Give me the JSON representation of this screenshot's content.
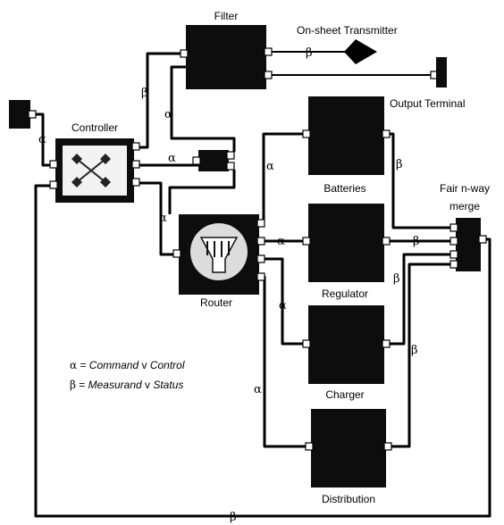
{
  "blocks": {
    "filter": "Filter",
    "controller": "Controller",
    "router": "Router",
    "batteries": "Batteries",
    "regulator": "Regulator",
    "charger": "Charger",
    "distribution": "Distribution"
  },
  "outputs": {
    "on_sheet_transmitter": "On-sheet Transmitter",
    "output_terminal": "Output Terminal",
    "merge_line1": "Fair n-way",
    "merge_line2": "merge"
  },
  "wire_labels": {
    "alpha": "α",
    "beta": "β"
  },
  "legend": {
    "alpha_symbol": "α",
    "alpha_eq": " = ",
    "alpha_a": "Command",
    "alpha_or": " v ",
    "alpha_b": "Control",
    "beta_symbol": "β",
    "beta_eq": " = ",
    "beta_a": "Measurand",
    "beta_or": " v ",
    "beta_b": "Status"
  }
}
